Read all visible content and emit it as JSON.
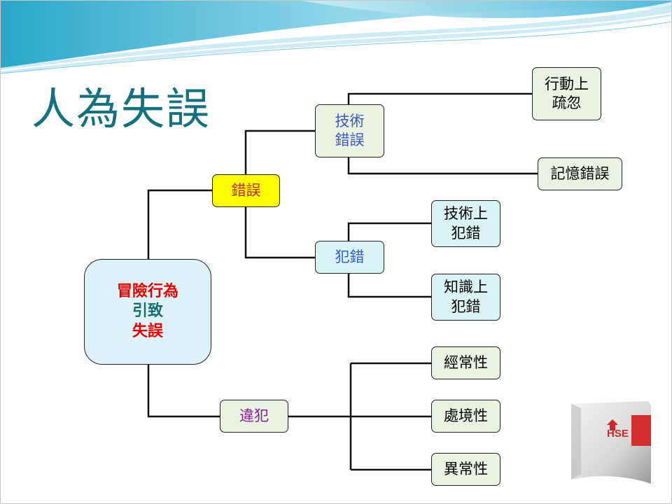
{
  "slide": {
    "title": "人為失誤"
  },
  "nodes": {
    "root": {
      "line1": "冒險行為",
      "line2": "引致",
      "line3": "失誤"
    },
    "error": {
      "label": "錯誤"
    },
    "violation": {
      "label": "違犯"
    },
    "technical_error": {
      "line1": "技術",
      "line2": "錯誤"
    },
    "mistake": {
      "label": "犯錯"
    },
    "action_lapse": {
      "line1": "行動上",
      "line2": "疏忽"
    },
    "memory_error": {
      "label": "記憶錯誤"
    },
    "technical_mistake": {
      "line1": "技術上",
      "line2": "犯錯"
    },
    "knowledge_mistake": {
      "line1": "知識上",
      "line2": "犯錯"
    },
    "routine_violation": {
      "label": "經常性"
    },
    "situational_violation": {
      "label": "處境性"
    },
    "exceptional_violation": {
      "label": "異常性"
    }
  },
  "logo": {
    "text": "HSE"
  },
  "colors": {
    "title": "#17707e",
    "red_text": "#e30000",
    "teal_text": "#1a6b74",
    "blue_text": "#3b59c4",
    "purple_text": "#8b1a9c",
    "error_text": "#c0282d",
    "yellow_fill": "#ffff00",
    "green_fill": "#eaf3e3",
    "aqua_fill": "#d9f5f3",
    "root_fill": "#def2f9"
  }
}
